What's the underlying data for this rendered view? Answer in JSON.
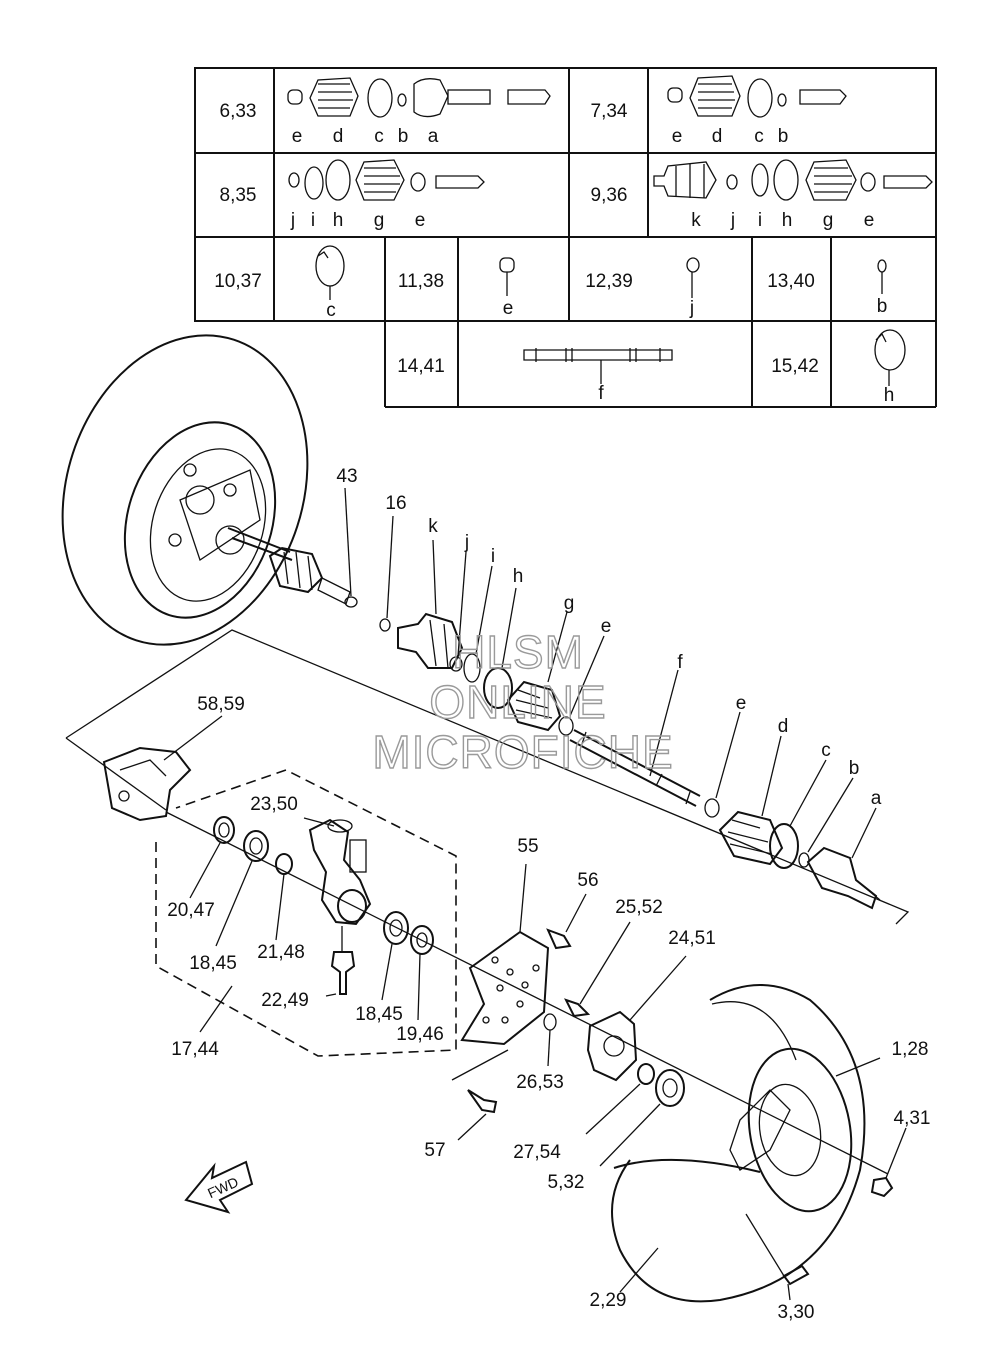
{
  "table": {
    "rows": [
      {
        "cells": [
          {
            "ref": "6,33",
            "letters": [
              "e",
              "d",
              "c",
              "b",
              "a"
            ]
          },
          {
            "ref": "7,34",
            "letters": [
              "e",
              "d",
              "c",
              "b"
            ]
          }
        ]
      },
      {
        "cells": [
          {
            "ref": "8,35",
            "letters": [
              "j",
              "i",
              "h",
              "g",
              "e"
            ]
          },
          {
            "ref": "9,36",
            "letters": [
              "k",
              "j",
              "i",
              "h",
              "g",
              "e"
            ]
          }
        ]
      },
      {
        "cells": [
          {
            "ref": "10,37",
            "letters": [
              "c"
            ]
          },
          {
            "ref": "11,38",
            "letters": [
              "e"
            ]
          },
          {
            "ref": "12,39",
            "letters": [
              "j"
            ]
          },
          {
            "ref": "13,40",
            "letters": [
              "b"
            ]
          }
        ]
      },
      {
        "cells": [
          {
            "ref": "14,41",
            "letters": [
              "f"
            ]
          },
          {
            "ref": "15,42",
            "letters": [
              "h"
            ]
          }
        ]
      }
    ]
  },
  "callouts": {
    "p43": "43",
    "p16": "16",
    "k": "k",
    "j": "j",
    "i": "i",
    "h": "h",
    "g": "g",
    "e1": "e",
    "f": "f",
    "e2": "e",
    "d": "d",
    "c": "c",
    "b": "b",
    "a": "a",
    "p58_59": "58,59",
    "p23_50": "23,50",
    "p55": "55",
    "p56": "56",
    "p25_52": "25,52",
    "p24_51": "24,51",
    "p20_47": "20,47",
    "p18_45a": "18,45",
    "p21_48": "21,48",
    "p22_49": "22,49",
    "p18_45b": "18,45",
    "p19_46": "19,46",
    "p17_44": "17,44",
    "p26_53": "26,53",
    "p1_28": "1,28",
    "p4_31": "4,31",
    "p57": "57",
    "p27_54": "27,54",
    "p5_32": "5,32",
    "p2_29": "2,29",
    "p3_30": "3,30"
  },
  "fwd_label": "FWD",
  "watermark": {
    "line1": "HLSM",
    "line2": "ONLINE",
    "line3": "MICROFICHE"
  },
  "colors": {
    "ink": "#111111",
    "watermark": "#9a9a9a"
  }
}
